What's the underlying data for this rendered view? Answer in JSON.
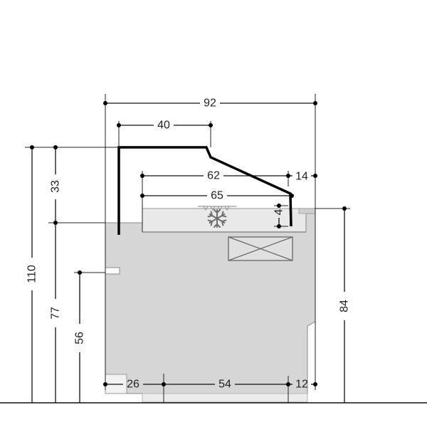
{
  "dimensions": {
    "overall_width": "92",
    "canopy_top_width": "40",
    "well_inner_width": "62",
    "canopy_offset": "14",
    "well_width": "65",
    "well_depth": "4",
    "overall_height": "110",
    "canopy_height": "33",
    "counter_height": "77",
    "notch_height": "56",
    "rear_height": "84",
    "base_left": "26",
    "base_middle": "54",
    "base_right": "12"
  },
  "icons": {
    "refrigeration": "snowflake-icon",
    "air_vent": "air-flow-icon",
    "evaporator": "crossed-box-icon"
  },
  "colors": {
    "body": "#d6d6d6",
    "well": "#e9e9e9",
    "foot": "#f2f2f2",
    "plinth": "#ececec",
    "evaporator": "#e0e0e0",
    "canopy": "#000000"
  }
}
